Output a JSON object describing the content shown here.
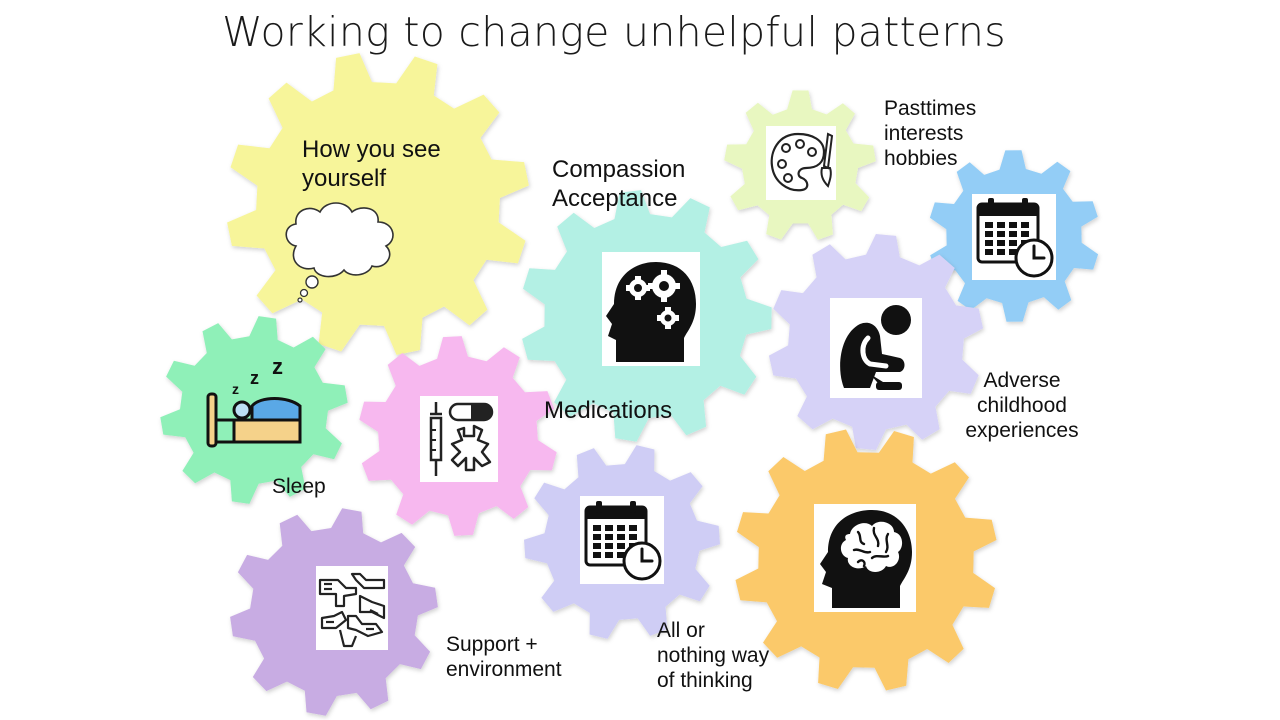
{
  "title": "Working to change unhelpful patterns",
  "labels": {
    "how_you_see": [
      "How you see",
      "yourself"
    ],
    "compassion": [
      "Compassion",
      "Acceptance"
    ],
    "pasttimes": [
      "Pasttimes",
      "interests",
      "hobbies"
    ],
    "medications": [
      "Medications"
    ],
    "sleep": [
      "Sleep"
    ],
    "adverse": [
      "Adverse",
      "childhood",
      "experiences"
    ],
    "support": [
      "Support +",
      "environment"
    ],
    "all_or_nothing": [
      "All or",
      "nothing way",
      "of thinking"
    ]
  },
  "colors": {
    "yellow": "#f7f59a",
    "mint": "#b3f0e4",
    "lime": "#e8f7c0",
    "blue": "#93cdf6",
    "lilac": "#d6d2f7",
    "green": "#8ff0b8",
    "pink": "#f7b8ef",
    "periwinkle": "#cfcdf5",
    "purple": "#c8ace3",
    "orange": "#fbc96a",
    "outline": "#111111"
  },
  "icons": [
    "thought-cloud-icon",
    "gears-head-icon",
    "paint-palette-icon",
    "calendar-clock-icon",
    "sad-person-icon",
    "sleeping-bed-icon",
    "medication-icon",
    "calendar-clock-icon",
    "brain-head-icon",
    "joined-hands-icon"
  ]
}
